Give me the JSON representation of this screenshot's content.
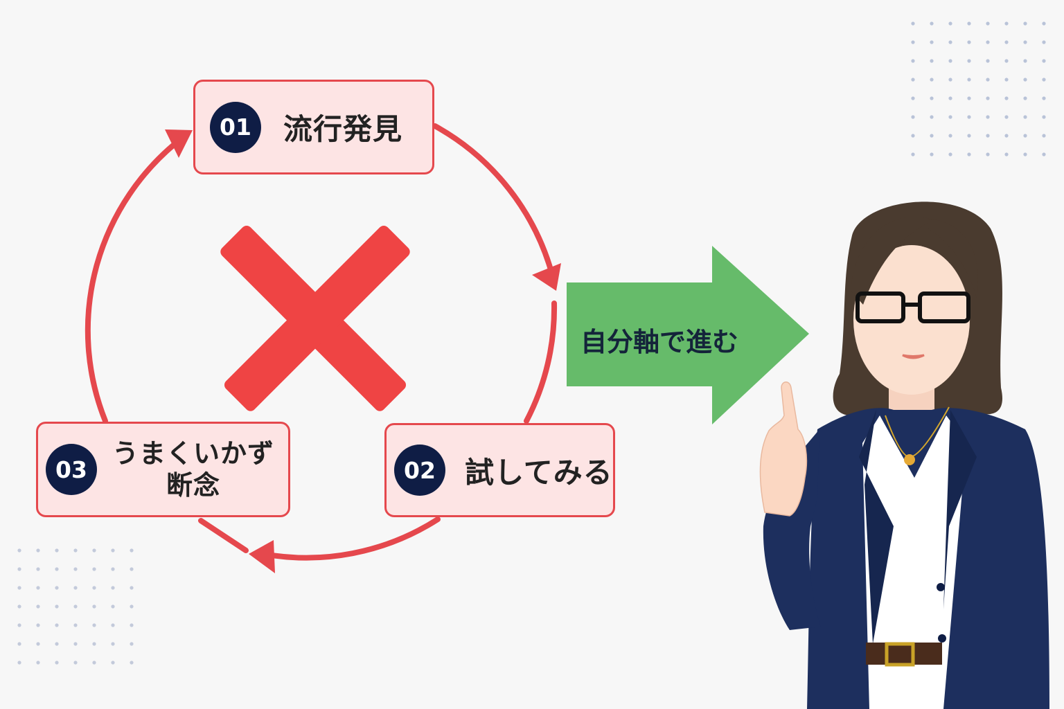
{
  "cycle": {
    "steps": [
      {
        "number": "01",
        "label": "流行発見"
      },
      {
        "number": "02",
        "label": "試してみる"
      },
      {
        "number": "03",
        "label_line1": "うまくいかず",
        "label_line2": "断念"
      }
    ]
  },
  "arrow": {
    "label": "自分軸で進む"
  },
  "colors": {
    "cycle_red": "#e5484d",
    "box_fill": "#fde4e4",
    "number_badge": "#0f1d45",
    "arrow_green": "#66bb6a",
    "blazer_navy": "#1d2f5e"
  },
  "icons": {
    "cross": "cross-mark-icon",
    "person": "woman-pointing-illustration"
  }
}
